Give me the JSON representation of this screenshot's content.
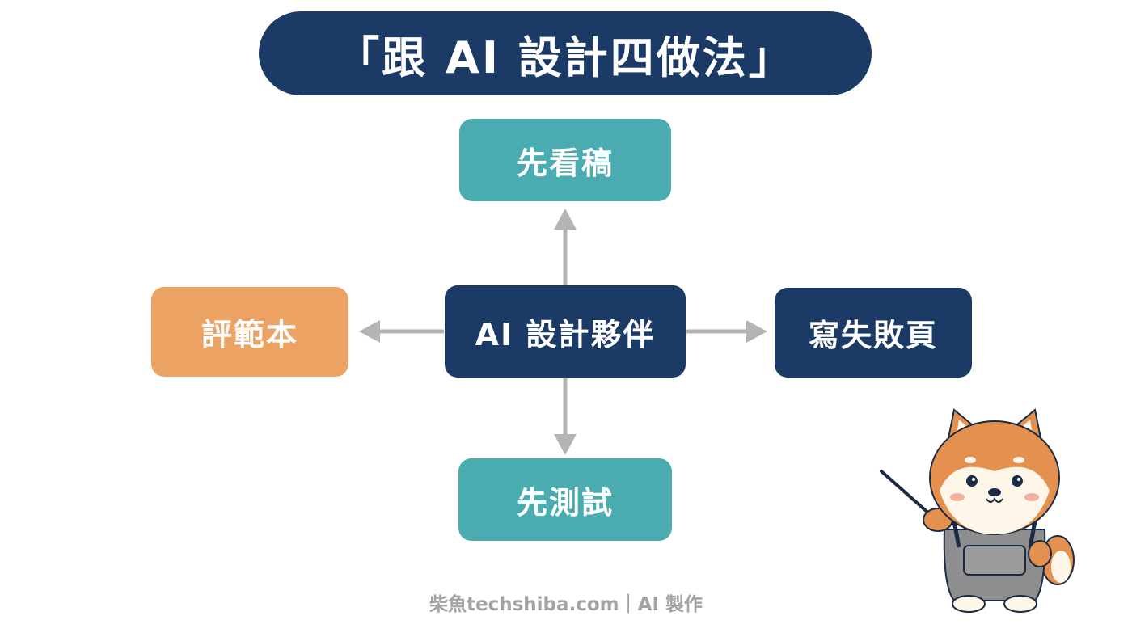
{
  "title": "「跟 AI 設計四做法」",
  "nodes": {
    "center": "AI 設計夥伴",
    "top": "先看稿",
    "bottom": "先測試",
    "left": "評範本",
    "right": "寫失敗頁"
  },
  "footer": "柴魚techshiba.com｜AI 製作",
  "colors": {
    "navy": "#1b3a66",
    "teal": "#4aacb1",
    "orange": "#eba263",
    "arrow": "#b4b4b4"
  },
  "mascot_icon": "shiba-teacher-with-pointer-icon"
}
